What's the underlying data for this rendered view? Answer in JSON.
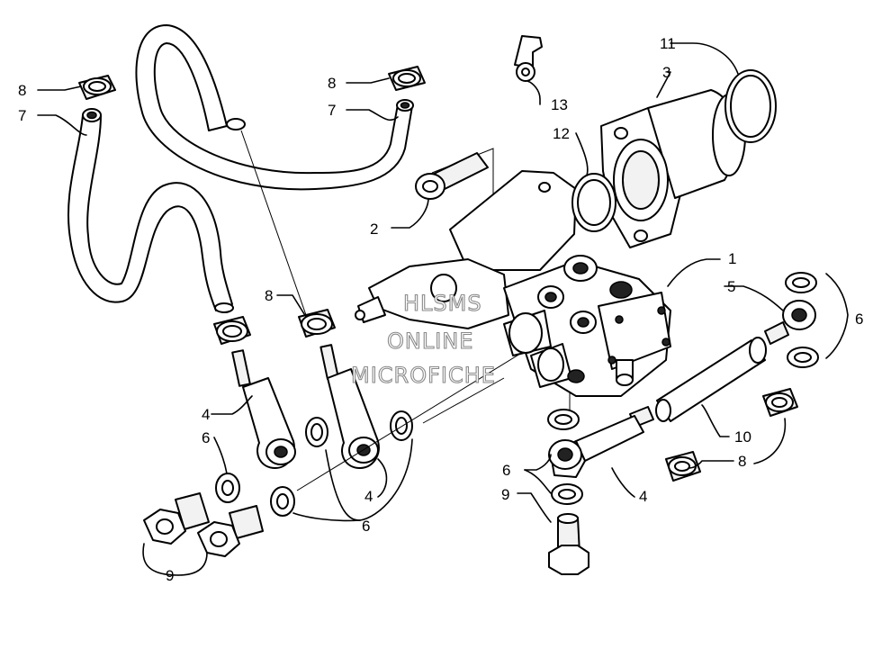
{
  "watermark": {
    "line1": "HLSMS",
    "line2": "ONLINE",
    "line3": "MICROFICHE"
  },
  "callouts": [
    {
      "id": "c1",
      "text": "1"
    },
    {
      "id": "c2",
      "text": "2"
    },
    {
      "id": "c3",
      "text": "3"
    },
    {
      "id": "c4a",
      "text": "4"
    },
    {
      "id": "c4b",
      "text": "4"
    },
    {
      "id": "c4c",
      "text": "4"
    },
    {
      "id": "c5",
      "text": "5"
    },
    {
      "id": "c6a",
      "text": "6"
    },
    {
      "id": "c6b",
      "text": "6"
    },
    {
      "id": "c6c",
      "text": "6"
    },
    {
      "id": "c6d",
      "text": "6"
    },
    {
      "id": "c7a",
      "text": "7"
    },
    {
      "id": "c7b",
      "text": "7"
    },
    {
      "id": "c8a",
      "text": "8"
    },
    {
      "id": "c8b",
      "text": "8"
    },
    {
      "id": "c8c",
      "text": "8"
    },
    {
      "id": "c8d",
      "text": "8"
    },
    {
      "id": "c9a",
      "text": "9"
    },
    {
      "id": "c9b",
      "text": "9"
    },
    {
      "id": "c10",
      "text": "10"
    },
    {
      "id": "c11",
      "text": "11"
    },
    {
      "id": "c12",
      "text": "12"
    },
    {
      "id": "c13",
      "text": "13"
    }
  ]
}
